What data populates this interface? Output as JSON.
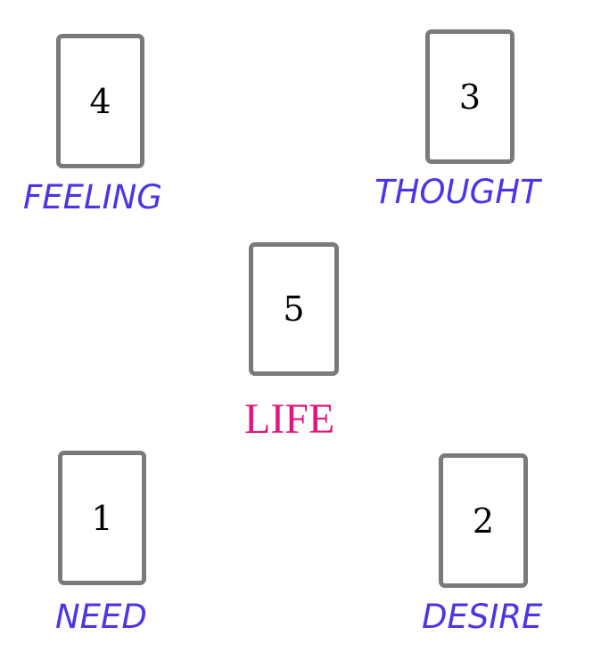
{
  "colors": {
    "position_label": "#4a35e8",
    "center_label": "#e0157f",
    "card_border": "#7a7a7a"
  },
  "cards": {
    "need": {
      "number": "1",
      "label": "NEED"
    },
    "desire": {
      "number": "2",
      "label": "DESIRE"
    },
    "thought": {
      "number": "3",
      "label": "THOUGHT"
    },
    "feeling": {
      "number": "4",
      "label": "FEELING"
    },
    "life": {
      "number": "5",
      "label": "LIFE"
    }
  }
}
